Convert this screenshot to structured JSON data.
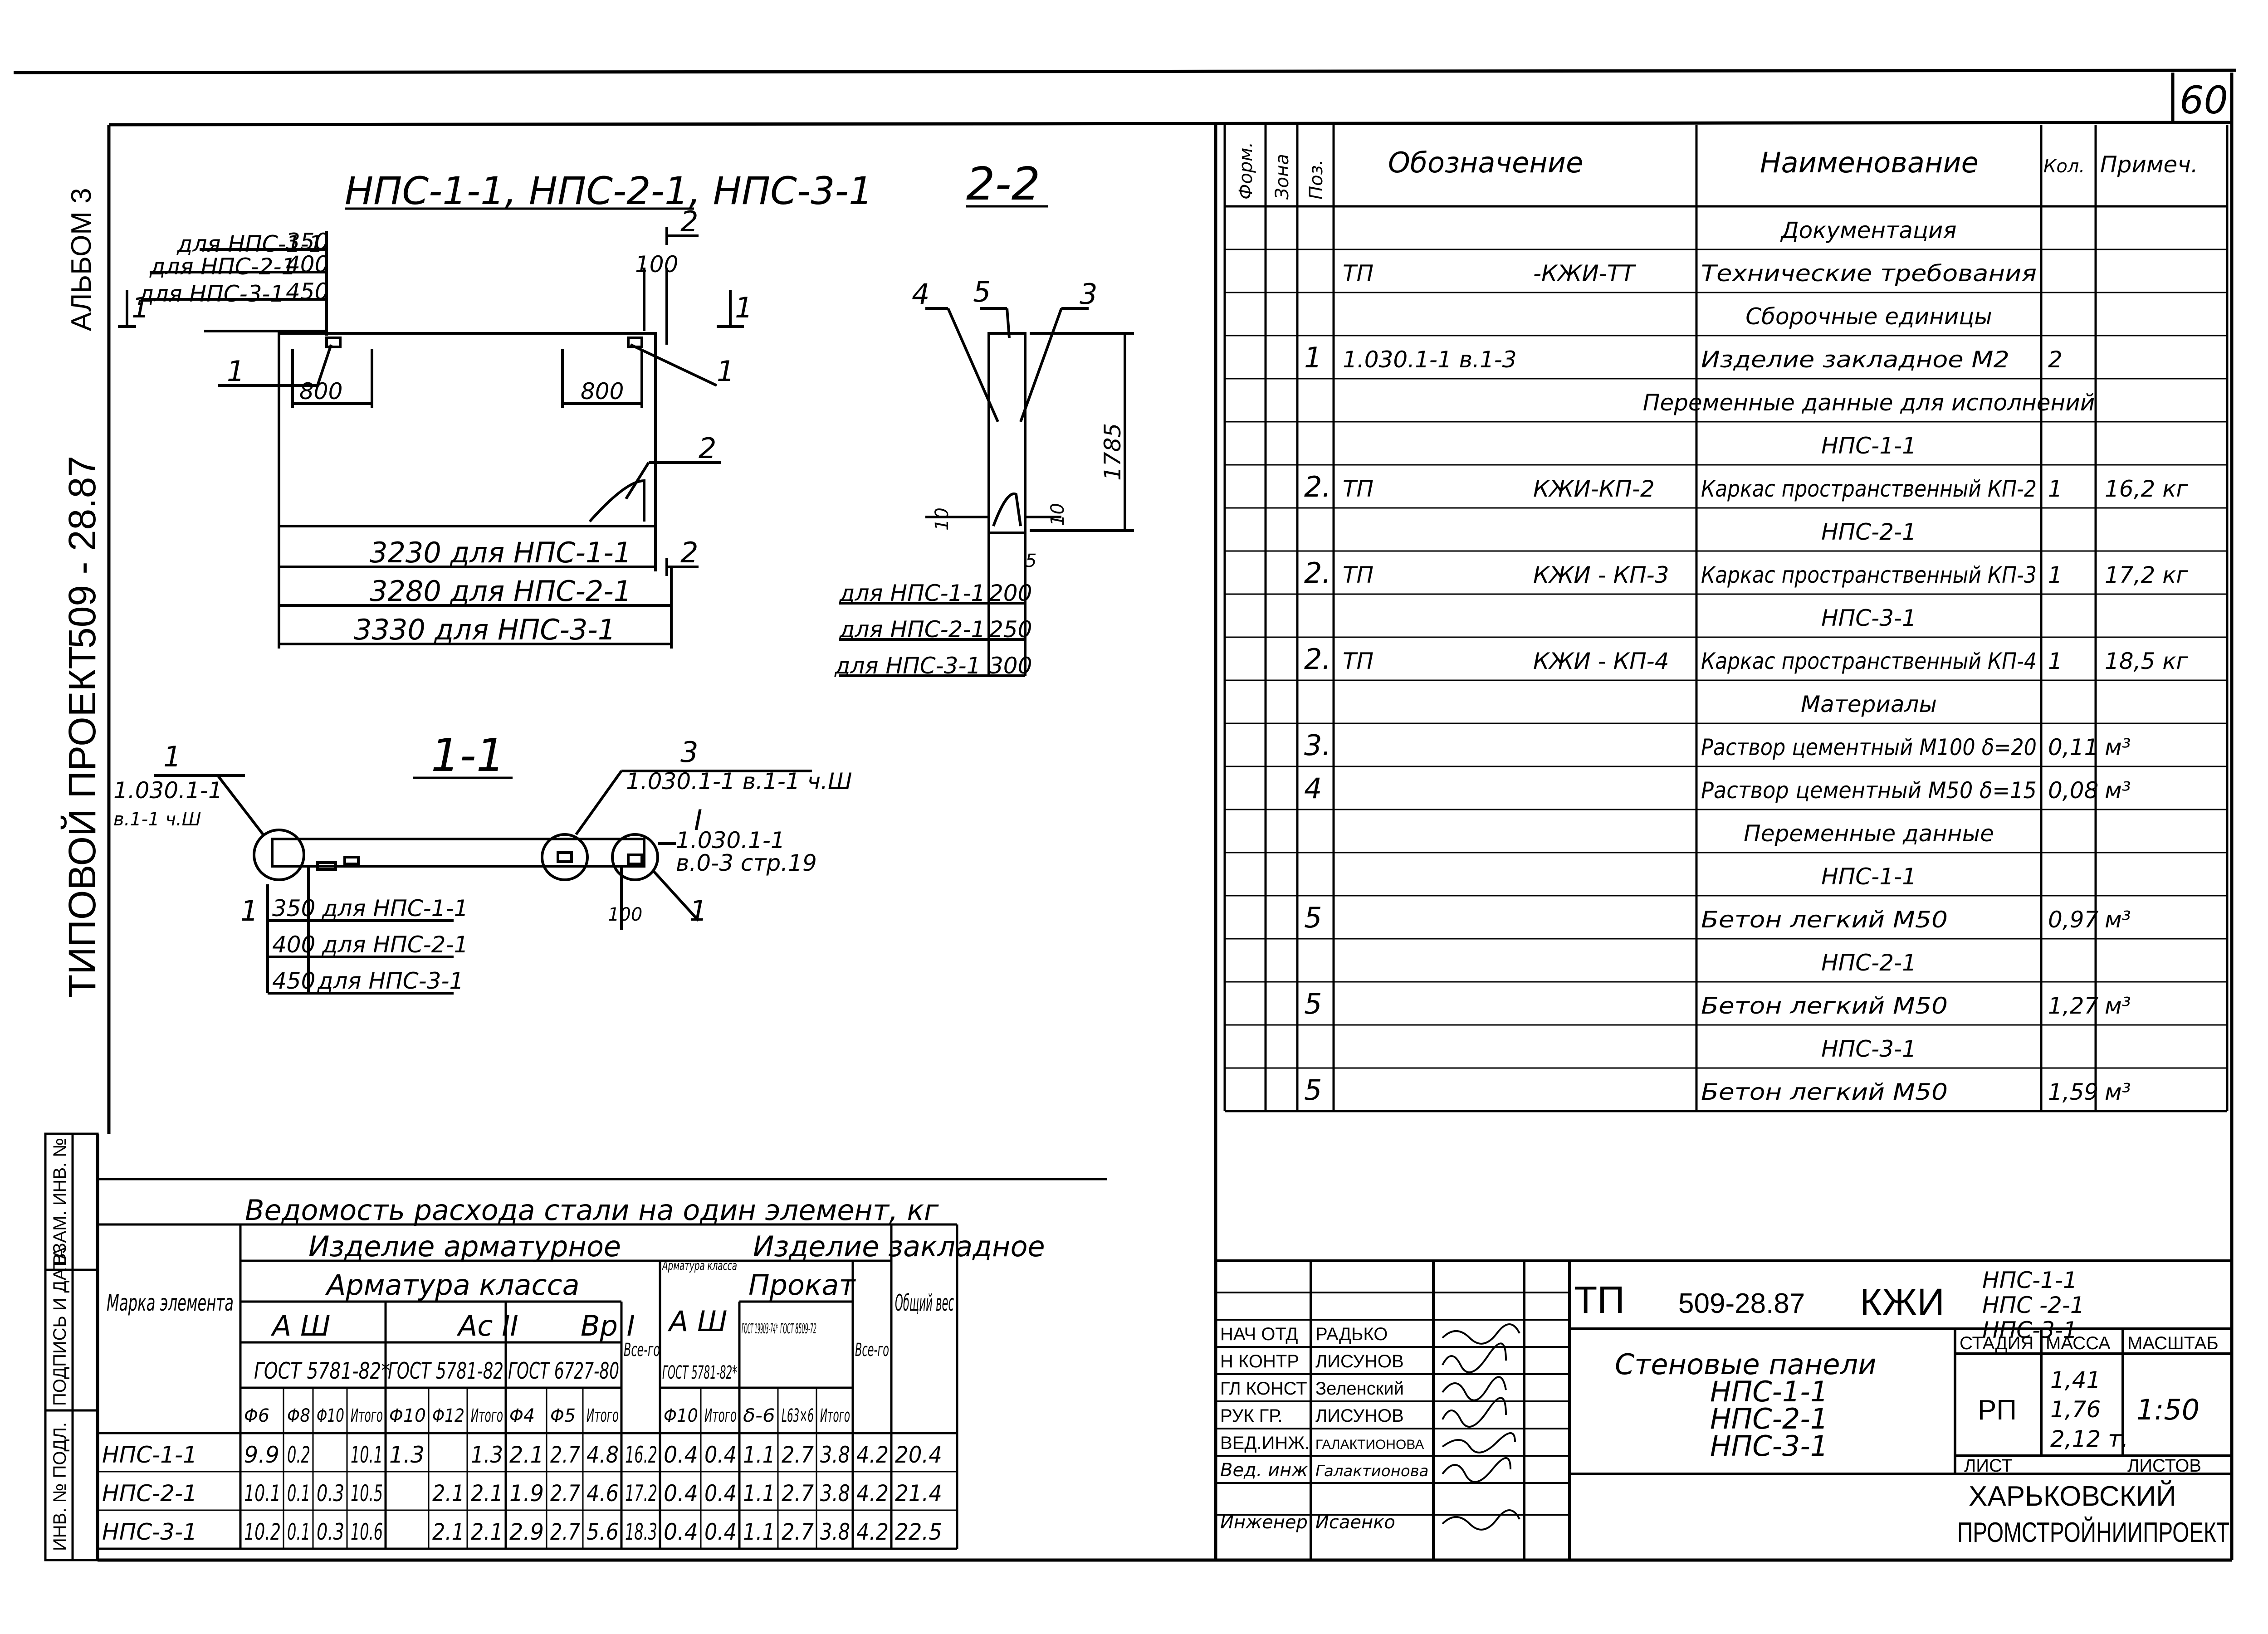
{
  "sheet_number": "60",
  "side_stamp": {
    "album": "АЛЬБОМ 3",
    "code": "509 - 28.87",
    "project": "ТИПОВОЙ ПРОЕКТ"
  },
  "side_labels": [
    "ИНВ. № ПОДЛ.",
    "ПОДПИСЬ И ДАТА",
    "ВЗАМ. ИНВ. №"
  ],
  "drawing_view": {
    "title": "НПС-1-1, НПС-2-1, НПС-3-1",
    "dims_left": [
      "для НПС-1-1",
      "для НПС-2-1",
      "для НПС-3-1"
    ],
    "dims_left_vals": [
      "350",
      "400",
      "450"
    ],
    "dim_top": "100",
    "dim_800_a": "800",
    "dim_800_b": "800",
    "lengths": [
      "3230 для НПС-1-1",
      "3280 для НПС-2-1",
      "3330 для НПС-3-1"
    ],
    "cut2": "2",
    "cut1": "1",
    "mark1": "1",
    "mark2": "2"
  },
  "section_2": {
    "title": "2-2",
    "marks": [
      "4",
      "5",
      "3"
    ],
    "height": "1785",
    "d10a": "10",
    "d10b": "10",
    "d5": "5",
    "widths": [
      "для НПС-1-1",
      "для НПС-2-1",
      "для НПС-3-1"
    ],
    "width_vals": [
      "200",
      "250",
      "300"
    ]
  },
  "section_1": {
    "title": "1-1",
    "call1_mark": "1",
    "call1_ref": "1.030.1-1",
    "call1_ref2": "в.1-1 ч.Ш",
    "call3_mark": "3",
    "call3_ref": "1.030.1-1 в.1-1 ч.Ш",
    "callI_mark": "I",
    "callI_ref": "1.030.1-1",
    "callI_ref2": "в.0-3 стр.19",
    "mark1b": "1",
    "mark1c": "1",
    "d100": "100",
    "rows": [
      "для НПС-1-1",
      "для НПС-2-1",
      "для НПС-3-1"
    ],
    "row_vals": [
      "350",
      "400",
      "450"
    ]
  },
  "spec": {
    "headers": [
      "Форм.",
      "Зона",
      "Поз.",
      "Обозначение",
      "Наименование",
      "Кол.",
      "Примеч."
    ],
    "rows": [
      {
        "pos": "",
        "desig": "",
        "name": "Документация",
        "qty": "",
        "note": ""
      },
      {
        "pos": "",
        "desig": "ТП",
        "desig2": "-КЖИ-ТТ",
        "name": "Технические требования",
        "qty": "",
        "note": ""
      },
      {
        "pos": "",
        "desig": "",
        "name": "Сборочные единицы",
        "qty": "",
        "note": ""
      },
      {
        "pos": "1",
        "desig": "1.030.1-1 в.1-3",
        "name": "Изделие закладное М2",
        "qty": "2",
        "note": ""
      },
      {
        "pos": "",
        "desig": "",
        "name": "Переменные данные для исполнений",
        "qty": "",
        "note": ""
      },
      {
        "pos": "",
        "desig": "",
        "name": "НПС-1-1",
        "qty": "",
        "note": ""
      },
      {
        "pos": "2.",
        "desig": "ТП",
        "desig2": "КЖИ-КП-2",
        "name": "Каркас пространственный КП-2",
        "qty": "1",
        "note": "16,2 кг"
      },
      {
        "pos": "",
        "desig": "",
        "name": "НПС-2-1",
        "qty": "",
        "note": ""
      },
      {
        "pos": "2.",
        "desig": "ТП",
        "desig2": "КЖИ - КП-3",
        "name": "Каркас пространственный КП-3",
        "qty": "1",
        "note": "17,2 кг"
      },
      {
        "pos": "",
        "desig": "",
        "name": "НПС-3-1",
        "qty": "",
        "note": ""
      },
      {
        "pos": "2.",
        "desig": "ТП",
        "desig2": "КЖИ - КП-4",
        "name": "Каркас пространственный КП-4",
        "qty": "1",
        "note": "18,5 кг"
      },
      {
        "pos": "",
        "desig": "",
        "name": "Материалы",
        "qty": "",
        "note": ""
      },
      {
        "pos": "3.",
        "desig": "",
        "name": "Раствор цементный М100 δ=20",
        "qty": "0,11",
        "note": "м³"
      },
      {
        "pos": "4",
        "desig": "",
        "name": "Раствор цементный М50 δ=15",
        "qty": "0,08",
        "note": "м³"
      },
      {
        "pos": "",
        "desig": "",
        "name": "Переменные данные",
        "qty": "",
        "note": ""
      },
      {
        "pos": "",
        "desig": "",
        "name": "НПС-1-1",
        "qty": "",
        "note": ""
      },
      {
        "pos": "5",
        "desig": "",
        "name": "Бетон легкий М50",
        "qty": "0,97",
        "note": "м³"
      },
      {
        "pos": "",
        "desig": "",
        "name": "НПС-2-1",
        "qty": "",
        "note": ""
      },
      {
        "pos": "5",
        "desig": "",
        "name": "Бетон легкий М50",
        "qty": "1,27",
        "note": "м³"
      },
      {
        "pos": "",
        "desig": "",
        "name": "НПС-3-1",
        "qty": "",
        "note": ""
      },
      {
        "pos": "5",
        "desig": "",
        "name": "Бетон легкий М50",
        "qty": "1,59",
        "note": "м³"
      }
    ]
  },
  "steel": {
    "title": "Ведомость расхода стали на один элемент, кг",
    "h_arm": "Изделие арматурное",
    "h_zakl": "Изделие закладное",
    "h_mark": "Марка элемента",
    "h_total": "Общий вес",
    "h_class": "Арматура класса",
    "h_cls_a3": "А Ш",
    "h_cls_ac2": "Ас II",
    "h_cls_vp1": "Вр I",
    "h_vse1": "Все-го",
    "h_vse2": "Все-го",
    "h_gost1": "ГОСТ 5781-82*",
    "h_gost2": "ГОСТ 5781-82",
    "h_gost3": "ГОСТ 6727-80",
    "h_zakl_arm": "Арматура класса",
    "h_zakl_a3": "А Ш",
    "h_zakl_gost": "ГОСТ 5781-82*",
    "h_prokat": "Прокат",
    "h_prokat_g1": "ГОСТ 19903-74*",
    "h_prokat_g2": "ГОСТ 8509-72",
    "cols": [
      "Φ6",
      "Φ8",
      "Φ10",
      "Итого",
      "Φ10",
      "Φ12",
      "Итого",
      "Φ4",
      "Φ5",
      "Итого",
      "",
      "Φ10",
      "Итого",
      "δ-6",
      "L63×6",
      "Итого",
      "",
      ""
    ],
    "rows": [
      {
        "mark": "НПС-1-1",
        "v": [
          "9.9",
          "0.2",
          "",
          "10.1",
          "1.3",
          "",
          "1.3",
          "2.1",
          "2.7",
          "4.8",
          "16.2",
          "0.4",
          "0.4",
          "1.1",
          "2.7",
          "3.8",
          "4.2",
          "20.4"
        ]
      },
      {
        "mark": "НПС-2-1",
        "v": [
          "10.1",
          "0.1",
          "0.3",
          "10.5",
          "",
          "2.1",
          "2.1",
          "1.9",
          "2.7",
          "4.6",
          "17.2",
          "0.4",
          "0.4",
          "1.1",
          "2.7",
          "3.8",
          "4.2",
          "21.4"
        ]
      },
      {
        "mark": "НПС-3-1",
        "v": [
          "10.2",
          "0.1",
          "0.3",
          "10.6",
          "",
          "2.1",
          "2.1",
          "2.9",
          "2.7",
          "5.6",
          "18.3",
          "0.4",
          "0.4",
          "1.1",
          "2.7",
          "3.8",
          "4.2",
          "22.5"
        ]
      }
    ]
  },
  "title_block": {
    "tp": "ТП",
    "code": "509-28.87",
    "kzhi": "КЖИ",
    "marks": [
      "НПС-1-1",
      "НПС -2-1",
      "НПС-3-1"
    ],
    "name": "Стеновые панели",
    "name_marks": [
      "НПС-1-1",
      "НПС-2-1",
      "НПС-3-1"
    ],
    "stage_h": "СТАДИЯ",
    "mass_h": "МАССА",
    "scale_h": "МАСШТАБ",
    "stage": "РП",
    "masses": [
      "1,41",
      "1,76",
      "2,12 т."
    ],
    "scale": "1:50",
    "sheet_h": "ЛИСТ",
    "sheets_h": "ЛИСТОВ",
    "org1": "ХАРЬКОВСКИЙ",
    "org2": "ПРОМСТРОЙНИИПРОЕКТ",
    "roles": [
      "НАЧ ОТД",
      "Н КОНТР",
      "ГЛ КОНСТ",
      "РУК ГР.",
      "ВЕД.ИНЖ.",
      "Вед. инж",
      "Инженер"
    ],
    "people": [
      "РАДЬКО",
      "ЛИСУНОВ",
      "Зеленский",
      "ЛИСУНОВ",
      "ГАЛАКТИОНОВА",
      "Галактионова",
      "Исаенко"
    ]
  }
}
